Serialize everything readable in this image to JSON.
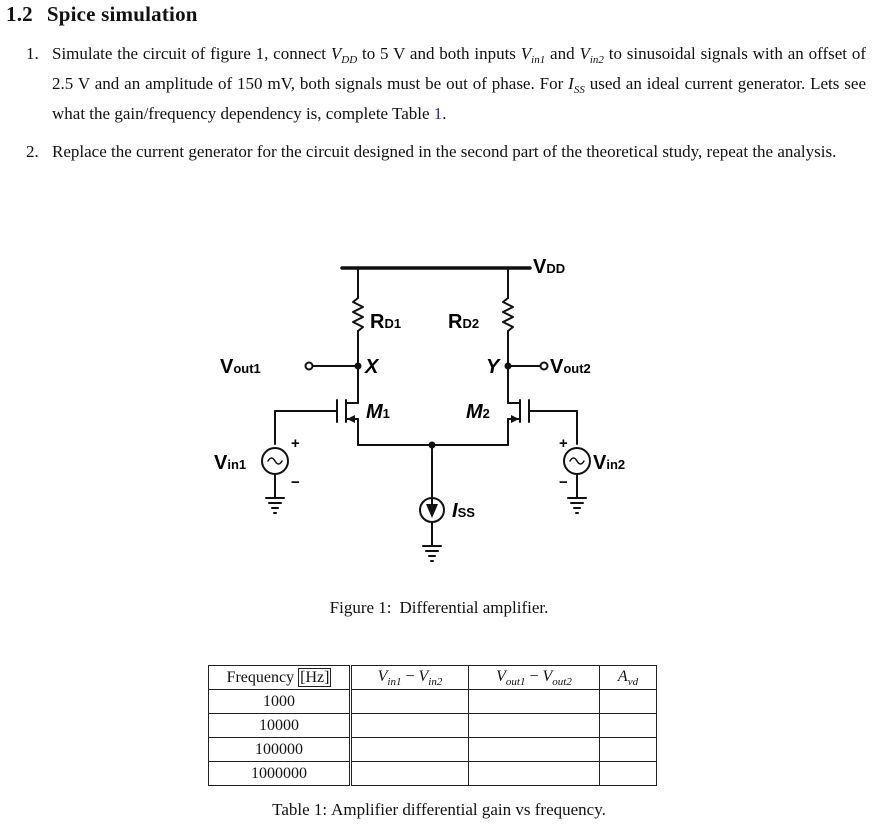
{
  "section": {
    "number": "1.2",
    "title": "Spice simulation"
  },
  "items": [
    {
      "marker": "1.",
      "t1": "Simulate the circuit of figure 1, connect ",
      "vdd_main": "V",
      "vdd_sub": "DD",
      "t2": " to 5 V and both inputs ",
      "vin1_main": "V",
      "vin1_sub": "in1",
      "t3": " and ",
      "vin2_main": "V",
      "vin2_sub": "in2",
      "t4": " to sinusoidal signals with an offset of 2.5 V and an amplitude of 150 mV, both signals must be out of phase. For ",
      "iss_main": "I",
      "iss_sub": "SS",
      "t5": " used an ideal current generator. Lets see what the gain/frequency dependency is, complete Table ",
      "table_ref": "1",
      "t6": "."
    },
    {
      "marker": "2.",
      "text": "Replace the current generator for the circuit designed in the second part of the theoretical study, repeat the analysis."
    }
  ],
  "circuit": {
    "vdd": {
      "main": "V",
      "sub": "DD"
    },
    "rd1": {
      "main": "R",
      "sub": "D1"
    },
    "rd2": {
      "main": "R",
      "sub": "D2"
    },
    "vout1": {
      "main": "V",
      "sub": "out1"
    },
    "vout2": {
      "main": "V",
      "sub": "out2"
    },
    "node_x": "X",
    "node_y": "Y",
    "m1": {
      "main": "M",
      "sub": "1"
    },
    "m2": {
      "main": "M",
      "sub": "2"
    },
    "vin1": {
      "main": "V",
      "sub": "in1"
    },
    "vin2": {
      "main": "V",
      "sub": "in2"
    },
    "iss": {
      "main": "I",
      "sub": "SS"
    },
    "plus": "+",
    "minus": "−"
  },
  "figure_caption": {
    "label": "Figure 1:",
    "text": "Differential amplifier."
  },
  "table": {
    "header": {
      "freq_label": "Frequency ",
      "freq_unit": "[Hz]",
      "c2_a": "V",
      "c2_a_sub": "in1",
      "c2_op": " − ",
      "c2_b": "V",
      "c2_b_sub": "in2",
      "c3_a": "V",
      "c3_a_sub": "out1",
      "c3_op": " − ",
      "c3_b": "V",
      "c3_b_sub": "out2",
      "c4": "A",
      "c4_sub": "vd"
    },
    "rows": [
      {
        "freq": "1000",
        "vin": "",
        "vout": "",
        "avd": ""
      },
      {
        "freq": "10000",
        "vin": "",
        "vout": "",
        "avd": ""
      },
      {
        "freq": "100000",
        "vin": "",
        "vout": "",
        "avd": ""
      },
      {
        "freq": "1000000",
        "vin": "",
        "vout": "",
        "avd": ""
      }
    ]
  },
  "table_caption": {
    "label": "Table 1:",
    "text": "Amplifier differential gain vs frequency."
  }
}
